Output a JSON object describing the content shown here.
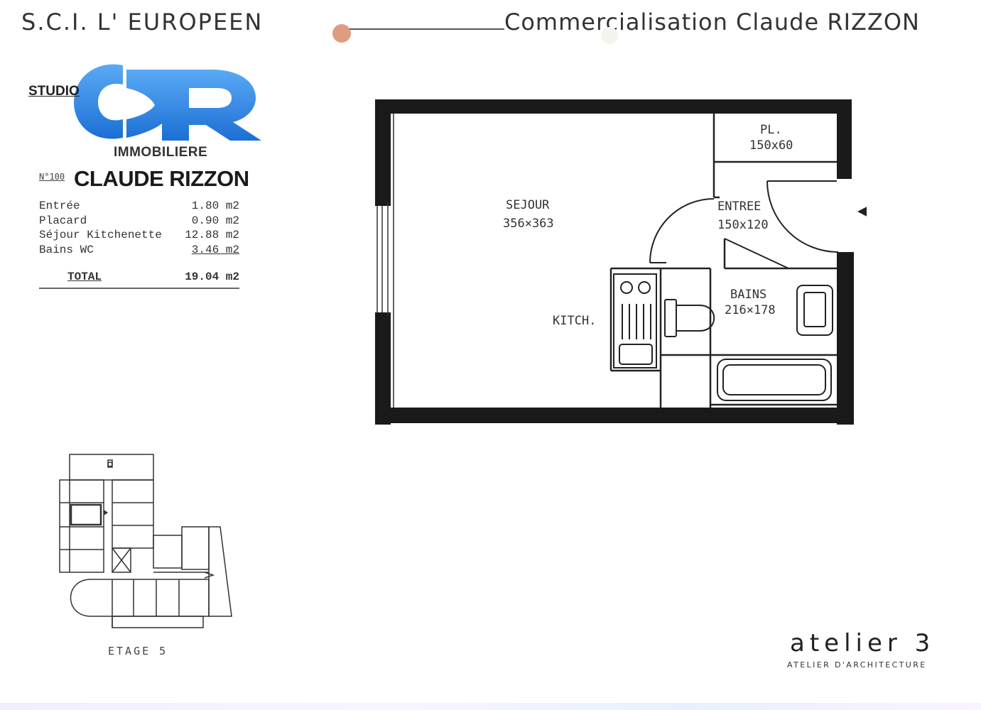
{
  "header": {
    "left": "S.C.I.  L' EUROPEEN",
    "right": "Commercialisation Claude  RIZZON"
  },
  "logo": {
    "studio": "STUDIO",
    "letters": "CR",
    "immobiliere": "IMMOBILIERE",
    "name": "CLAUDE RIZZON"
  },
  "lot_number": "N°100",
  "areas": [
    {
      "room": "Entrée",
      "value": "1.80 m2"
    },
    {
      "room": "Placard",
      "value": "0.90 m2"
    },
    {
      "room": "Séjour Kitchenette",
      "value": "12.88 m2"
    },
    {
      "room": "Bains WC",
      "value": "3.46 m2"
    }
  ],
  "total": {
    "label": "TOTAL",
    "value": "19.04 m2"
  },
  "plan": {
    "rooms": [
      {
        "name": "SEJOUR",
        "dims": "356×363"
      },
      {
        "name": "PL.",
        "dims": "150x60"
      },
      {
        "name": "ENTREE",
        "dims": "150x120"
      },
      {
        "name": "BAINS",
        "dims": "216×178"
      },
      {
        "name": "KITCH.",
        "dims": ""
      }
    ]
  },
  "site_plan": {
    "floor_label": "ETAGE 5"
  },
  "architect": {
    "name": "atelier 3",
    "subtitle": "ATELIER D'ARCHITECTURE"
  },
  "colors": {
    "logo_blue": "#2a7fe0",
    "wall": "#1a1a1a",
    "hole_marker": "#e09c80"
  }
}
